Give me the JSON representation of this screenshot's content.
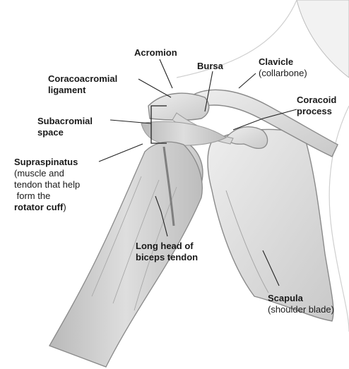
{
  "labels": {
    "acromion": {
      "title": "Acromion"
    },
    "bursa": {
      "title": "Bursa"
    },
    "clavicle": {
      "title": "Clavicle",
      "note": "(collarbone)"
    },
    "coracoacromial": {
      "line1": "Coracoacromial",
      "line2": "ligament"
    },
    "coracoid": {
      "line1": "Coracoid",
      "line2": "process"
    },
    "subacromial": {
      "line1": "Subacromial",
      "line2": "space"
    },
    "supraspinatus": {
      "title": "Supraspinatus",
      "note1": "(muscle and",
      "note2": "tendon that help",
      "note3": " form the",
      "rotator": "rotator cuff",
      "close": ")"
    },
    "biceps": {
      "line1": "Long head of",
      "line2": "biceps tendon"
    },
    "scapula": {
      "title": "Scapula",
      "note": "(shoulder blade)"
    }
  },
  "colors": {
    "bone": "#dcdcdc",
    "muscle": "#c8c8c8",
    "outline": "#8a8a8a",
    "leader": "#222222"
  }
}
